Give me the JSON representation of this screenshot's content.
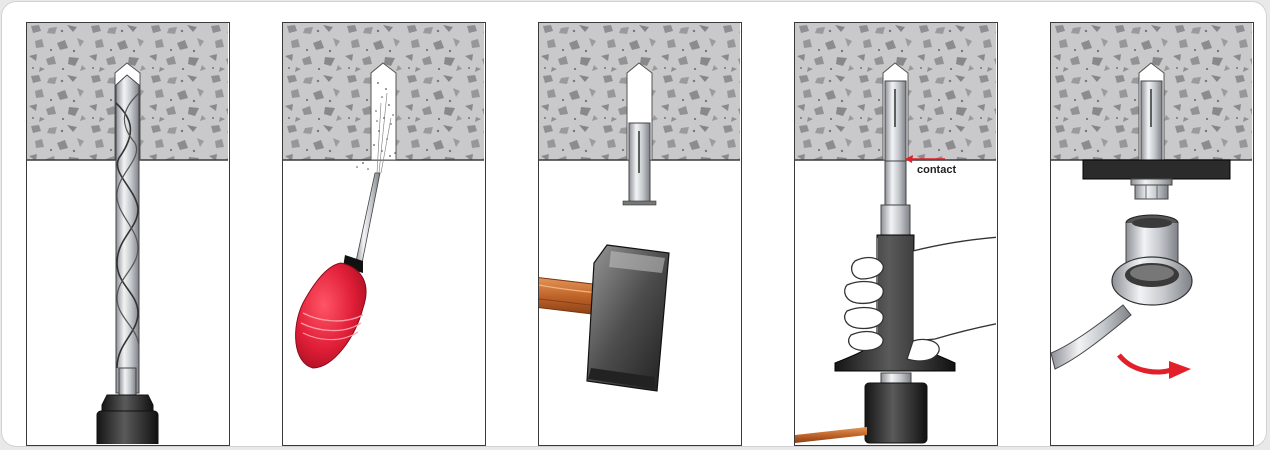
{
  "steps": [
    {
      "id": 1
    },
    {
      "id": 2
    },
    {
      "id": 3
    },
    {
      "id": 4,
      "annotation": "contact"
    },
    {
      "id": 5
    }
  ],
  "colors": {
    "concrete": "#c9c9cb",
    "aggregate": "#8f8f92",
    "steel": "#d3d5d8",
    "dark": "#2b2b2b",
    "blower_red": "#e01e37",
    "handle_wood": "#c0652a",
    "arrow_red": "#e3202a"
  },
  "icons": [
    "drill-bit-icon",
    "blower-bulb-icon",
    "hammer-icon",
    "setting-tool-icon",
    "wrench-icon",
    "rotate-arrow-icon"
  ]
}
